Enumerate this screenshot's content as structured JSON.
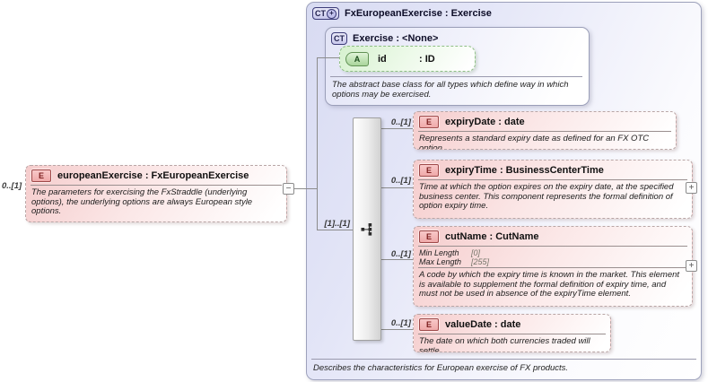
{
  "diagram": {
    "root_panel": {
      "badge": "CT",
      "badge_plus": "+",
      "title": "FxEuropeanExercise : Exercise",
      "documentation": "Describes the characteristics for European exercise of FX products."
    },
    "base_type_panel": {
      "badge": "CT",
      "title": "Exercise : <None>",
      "documentation": "The abstract base class for all types which define way in which options may be exercised.",
      "attribute": {
        "badge": "A",
        "name": "id",
        "type": ": ID"
      }
    },
    "source_element": {
      "badge": "E",
      "cardinality": "0..[1]",
      "title": "europeanExercise : FxEuropeanExercise",
      "documentation": "The parameters for exercising the FxStraddle (underlying options), the underlying options are always European style options.",
      "collapse_glyph": "−"
    },
    "sequence": {
      "cardinality": "[1]..[1]"
    },
    "children": [
      {
        "badge": "E",
        "cardinality": "0..[1]",
        "title": "expiryDate : date",
        "documentation": "Represents a standard expiry date as defined for an FX OTC option."
      },
      {
        "badge": "E",
        "cardinality": "0..[1]",
        "title": "expiryTime : BusinessCenterTime",
        "documentation": "Time at which the option expires on the expiry date, at the specified business center. This component represents the formal definition of option expiry time.",
        "expand_glyph": "+"
      },
      {
        "badge": "E",
        "cardinality": "0..[1]",
        "title": "cutName : CutName",
        "facets": [
          {
            "label": "Min Length",
            "value": "[0]"
          },
          {
            "label": "Max Length",
            "value": "[255]"
          }
        ],
        "documentation": "A code by which the expiry time is known in the market. This element is available to supplement the formal definition of expiry time, and must not be used in absence of the expiryTime element.",
        "expand_glyph": "+"
      },
      {
        "badge": "E",
        "cardinality": "0..[1]",
        "title": "valueDate : date",
        "documentation": "The date on which both currencies traded will settle."
      }
    ],
    "colors": {
      "panel_fill": "#dcdff4",
      "panel_border": "#9ea2bc",
      "element_fill": "#f5cccc",
      "element_badge_border": "#9e4a4a",
      "attribute_fill": "#d7f1cf",
      "attribute_badge_border": "#619155",
      "type_badge_border": "#3c3c78",
      "connector": "#8c8c8c"
    }
  }
}
